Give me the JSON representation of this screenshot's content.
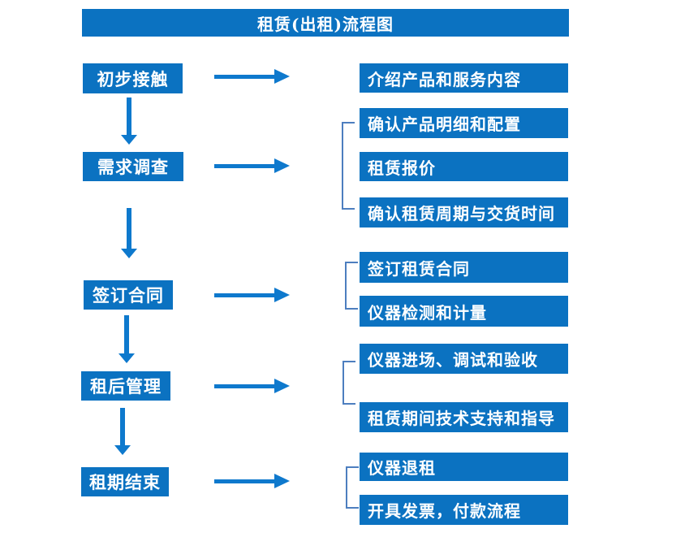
{
  "title": "租赁(出租)流程图",
  "colors": {
    "primary_blue": "#0b72c1",
    "arrow_blue": "#0e79cd",
    "bracket_blue": "#4d7ebf",
    "text_white": "#ffffff"
  },
  "flow": {
    "steps": [
      {
        "label": "初步接触",
        "details": [
          "介绍产品和服务内容"
        ]
      },
      {
        "label": "需求调查",
        "details": [
          "确认产品明细和配置",
          "租赁报价",
          "确认租赁周期与交货时间"
        ]
      },
      {
        "label": "签订合同",
        "details": [
          "签订租赁合同",
          "仪器检测和计量"
        ]
      },
      {
        "label": "租后管理",
        "details": [
          "仪器进场、调试和验收",
          "租赁期间技术支持和指导"
        ]
      },
      {
        "label": "租期结束",
        "details": [
          "仪器退租",
          "开具发票，付款流程"
        ]
      }
    ]
  }
}
